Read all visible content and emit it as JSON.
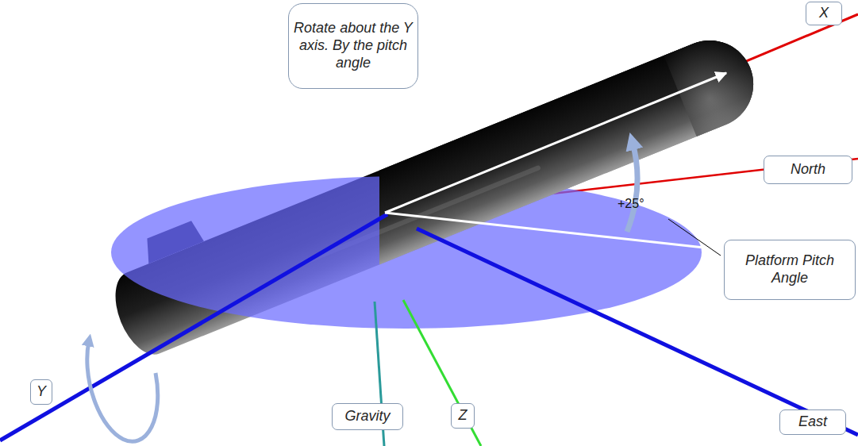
{
  "diagram": {
    "nodes": [
      {
        "text": [
          "Rotate about the Y axis. By the pitch angle"
        ]
      },
      {
        "text": [
          "X"
        ]
      },
      {
        "text": [
          "North"
        ]
      },
      {
        "text": [
          "Platform Pitch Angle"
        ]
      },
      {
        "text": [
          "Y"
        ]
      },
      {
        "text": [
          "Gravity"
        ]
      },
      {
        "text": [
          "Z"
        ]
      },
      {
        "text": [
          "East"
        ]
      }
    ],
    "labels": [
      "+25°"
    ]
  }
}
